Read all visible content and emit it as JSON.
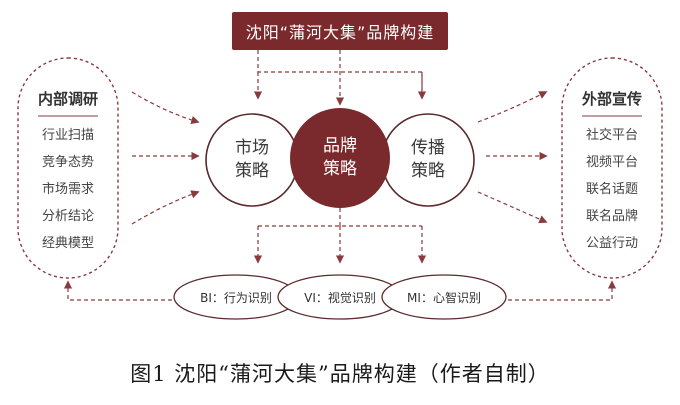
{
  "title": "沈阳“蒲河大集”品牌构建",
  "left_panel": {
    "heading": "内部调研",
    "items": [
      "行业扫描",
      "竞争态势",
      "市场需求",
      "分析结论",
      "经典模型"
    ]
  },
  "right_panel": {
    "heading": "外部宣传",
    "items": [
      "社交平台",
      "视频平台",
      "联名话题",
      "联名品牌",
      "公益行动"
    ]
  },
  "circles": {
    "market": [
      "市场",
      "策略"
    ],
    "brand": [
      "品牌",
      "策略"
    ],
    "spread": [
      "传播",
      "策略"
    ]
  },
  "identity": {
    "bi": "BI：行为识别",
    "vi": "VI：视觉识别",
    "mi": "MI：心智识别"
  },
  "caption": "图1 沈阳“蒲河大集”品牌构建（作者自制）",
  "colors": {
    "accent": "#7a2a2c",
    "line": "#8a3a3c",
    "text": "#333333"
  }
}
